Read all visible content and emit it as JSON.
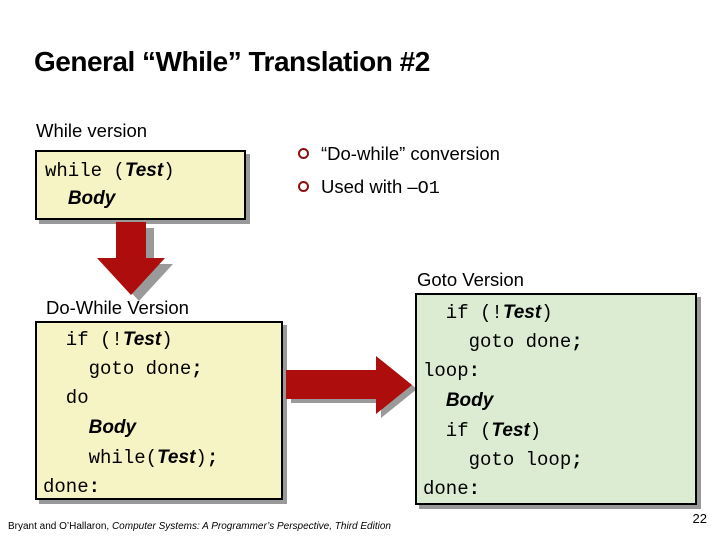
{
  "colors": {
    "arrow_red": "#ad0d0d",
    "arrow_shadow": "#9a9a9a",
    "bullet_ring": "#8e1010",
    "yellow_box_bg": "#f6f3c4",
    "green_box_bg": "#dbecd3",
    "box_border": "#000000",
    "box_shadow": "#999999"
  },
  "title": "General “While” Translation #2",
  "while_section": {
    "heading": "While version",
    "code": [
      [
        {
          "m": "while ("
        },
        {
          "e": "Test"
        },
        {
          "m": ")"
        }
      ],
      [
        {
          "m": "  "
        },
        {
          "e": "Body"
        }
      ]
    ]
  },
  "bullets": [
    {
      "segments": [
        {
          "t": "“Do-while” conversion"
        }
      ]
    },
    {
      "segments": [
        {
          "t": "Used with –"
        },
        {
          "m": "O1"
        }
      ]
    }
  ],
  "dowhile_section": {
    "heading": "Do-While Version",
    "code": [
      [
        {
          "m": "  if (!"
        },
        {
          "e": "Test"
        },
        {
          "m": ")"
        }
      ],
      [
        {
          "m": "    goto done"
        },
        {
          "b": ";"
        }
      ],
      [
        {
          "m": "  do"
        }
      ],
      [
        {
          "m": "    "
        },
        {
          "e": "Body"
        }
      ],
      [
        {
          "m": "    while("
        },
        {
          "e": "Test"
        },
        {
          "m": ")"
        },
        {
          "b": ";"
        }
      ],
      [
        {
          "m": "done"
        },
        {
          "b": ":"
        }
      ]
    ]
  },
  "goto_section": {
    "heading": "Goto Version",
    "code": [
      [
        {
          "m": "  if (!"
        },
        {
          "e": "Test"
        },
        {
          "m": ")"
        }
      ],
      [
        {
          "m": "    goto done"
        },
        {
          "b": ";"
        }
      ],
      [
        {
          "m": "loop"
        },
        {
          "b": ":"
        }
      ],
      [
        {
          "m": "  "
        },
        {
          "e": "Body"
        }
      ],
      [
        {
          "m": "  if ("
        },
        {
          "e": "Test"
        },
        {
          "m": ")"
        }
      ],
      [
        {
          "m": "    goto loop"
        },
        {
          "b": ";"
        }
      ],
      [
        {
          "m": "done"
        },
        {
          "b": ":"
        }
      ]
    ]
  },
  "footer": {
    "segments": [
      {
        "t": "Bryant and O’Hallaron, "
      },
      {
        "i": "Computer Systems: A Programmer’s Perspective, Third Edition"
      }
    ],
    "page_number": "22"
  }
}
